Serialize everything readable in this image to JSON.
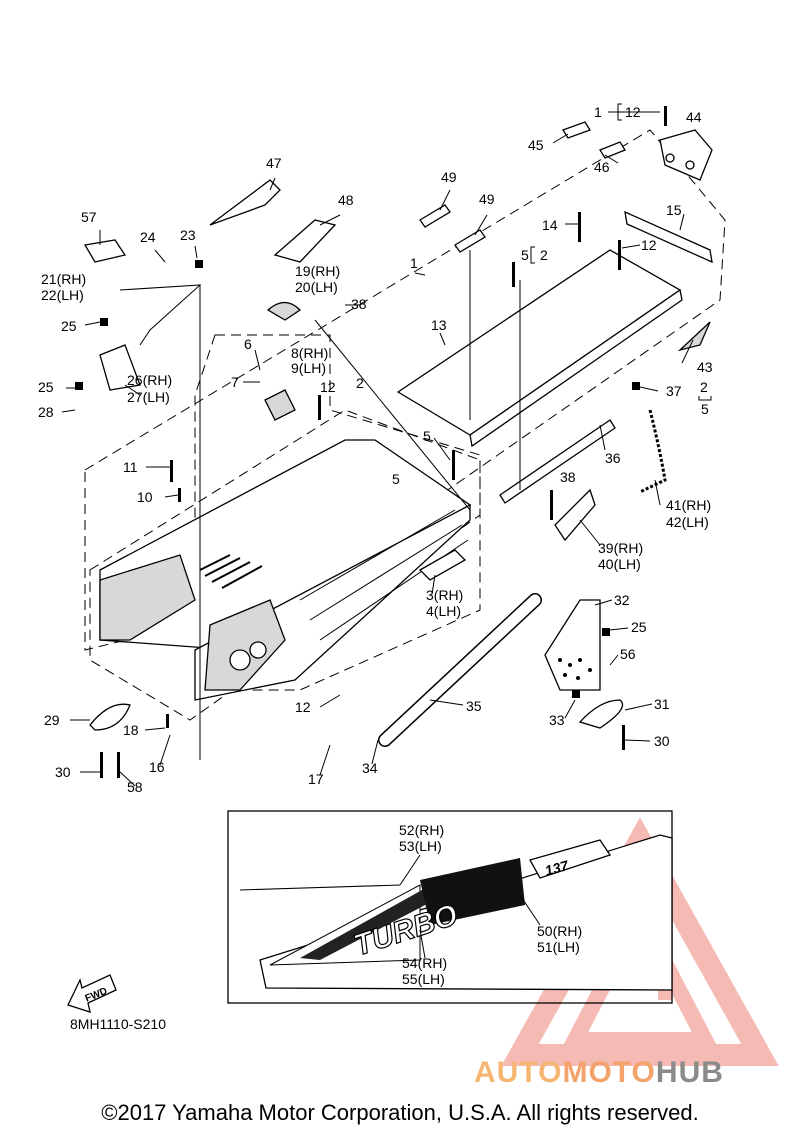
{
  "callouts": [
    {
      "id": "c1a",
      "text": "1"
    },
    {
      "id": "c12a",
      "text": "12"
    },
    {
      "id": "c44",
      "text": "44"
    },
    {
      "id": "c45",
      "text": "45"
    },
    {
      "id": "c46",
      "text": "46"
    },
    {
      "id": "c47",
      "text": "47"
    },
    {
      "id": "c49a",
      "text": "49"
    },
    {
      "id": "c49b",
      "text": "49"
    },
    {
      "id": "c48",
      "text": "48"
    },
    {
      "id": "c57",
      "text": "57"
    },
    {
      "id": "c24",
      "text": "24"
    },
    {
      "id": "c23",
      "text": "23"
    },
    {
      "id": "c19",
      "text": "19(RH)"
    },
    {
      "id": "c20",
      "text": "20(LH)"
    },
    {
      "id": "c21",
      "text": "21(RH)"
    },
    {
      "id": "c22",
      "text": "22(LH)"
    },
    {
      "id": "c1b",
      "text": "1"
    },
    {
      "id": "c14",
      "text": "14"
    },
    {
      "id": "c15",
      "text": "15"
    },
    {
      "id": "c12b",
      "text": "12"
    },
    {
      "id": "c5a",
      "text": "5"
    },
    {
      "id": "c2a",
      "text": "2"
    },
    {
      "id": "c38a",
      "text": "38"
    },
    {
      "id": "c25a",
      "text": "25"
    },
    {
      "id": "c13",
      "text": "13"
    },
    {
      "id": "c43",
      "text": "43"
    },
    {
      "id": "c6",
      "text": "6"
    },
    {
      "id": "c8",
      "text": "8(RH)"
    },
    {
      "id": "c9",
      "text": "9(LH)"
    },
    {
      "id": "c7",
      "text": "7"
    },
    {
      "id": "c12c",
      "text": "12"
    },
    {
      "id": "c26",
      "text": "26(RH)"
    },
    {
      "id": "c27",
      "text": "27(LH)"
    },
    {
      "id": "c25b",
      "text": "25"
    },
    {
      "id": "c28",
      "text": "28"
    },
    {
      "id": "c2b",
      "text": "2"
    },
    {
      "id": "c37",
      "text": "37"
    },
    {
      "id": "c2c",
      "text": "2"
    },
    {
      "id": "c5b",
      "text": "5"
    },
    {
      "id": "c5c",
      "text": "5"
    },
    {
      "id": "c11",
      "text": "11"
    },
    {
      "id": "c5d",
      "text": "5"
    },
    {
      "id": "c36",
      "text": "36"
    },
    {
      "id": "c10",
      "text": "10"
    },
    {
      "id": "c38b",
      "text": "38"
    },
    {
      "id": "c41",
      "text": "41(RH)"
    },
    {
      "id": "c42",
      "text": "42(LH)"
    },
    {
      "id": "c39",
      "text": "39(RH)"
    },
    {
      "id": "c40",
      "text": "40(LH)"
    },
    {
      "id": "c3",
      "text": "3(RH)"
    },
    {
      "id": "c4",
      "text": "4(LH)"
    },
    {
      "id": "c32",
      "text": "32"
    },
    {
      "id": "c25c",
      "text": "25"
    },
    {
      "id": "c56",
      "text": "56"
    },
    {
      "id": "c29",
      "text": "29"
    },
    {
      "id": "c18",
      "text": "18"
    },
    {
      "id": "c12d",
      "text": "12"
    },
    {
      "id": "c35",
      "text": "35"
    },
    {
      "id": "c33",
      "text": "33"
    },
    {
      "id": "c31",
      "text": "31"
    },
    {
      "id": "c30a",
      "text": "30"
    },
    {
      "id": "c30b",
      "text": "30"
    },
    {
      "id": "c16",
      "text": "16"
    },
    {
      "id": "c58",
      "text": "58"
    },
    {
      "id": "c17",
      "text": "17"
    },
    {
      "id": "c34",
      "text": "34"
    },
    {
      "id": "c52",
      "text": "52(RH)"
    },
    {
      "id": "c53",
      "text": "53(LH)"
    },
    {
      "id": "c50",
      "text": "50(RH)"
    },
    {
      "id": "c51",
      "text": "51(LH)"
    },
    {
      "id": "c54",
      "text": "54(RH)"
    },
    {
      "id": "c55",
      "text": "55(LH)"
    }
  ],
  "fwd_label": "FWD",
  "decal_model": "137",
  "decal_word": "TURBO",
  "diagram_code": "8MH1110-S210",
  "copyright": "©2017 Yamaha Motor Corporation, U.S.A. All rights reserved.",
  "watermark": {
    "auto": "AUTO",
    "moto": "MOTO",
    "hub": "HUB",
    "colors": {
      "red": "#e84a3c",
      "orange": "#f3a36a",
      "gray": "#8a8a8a"
    }
  }
}
